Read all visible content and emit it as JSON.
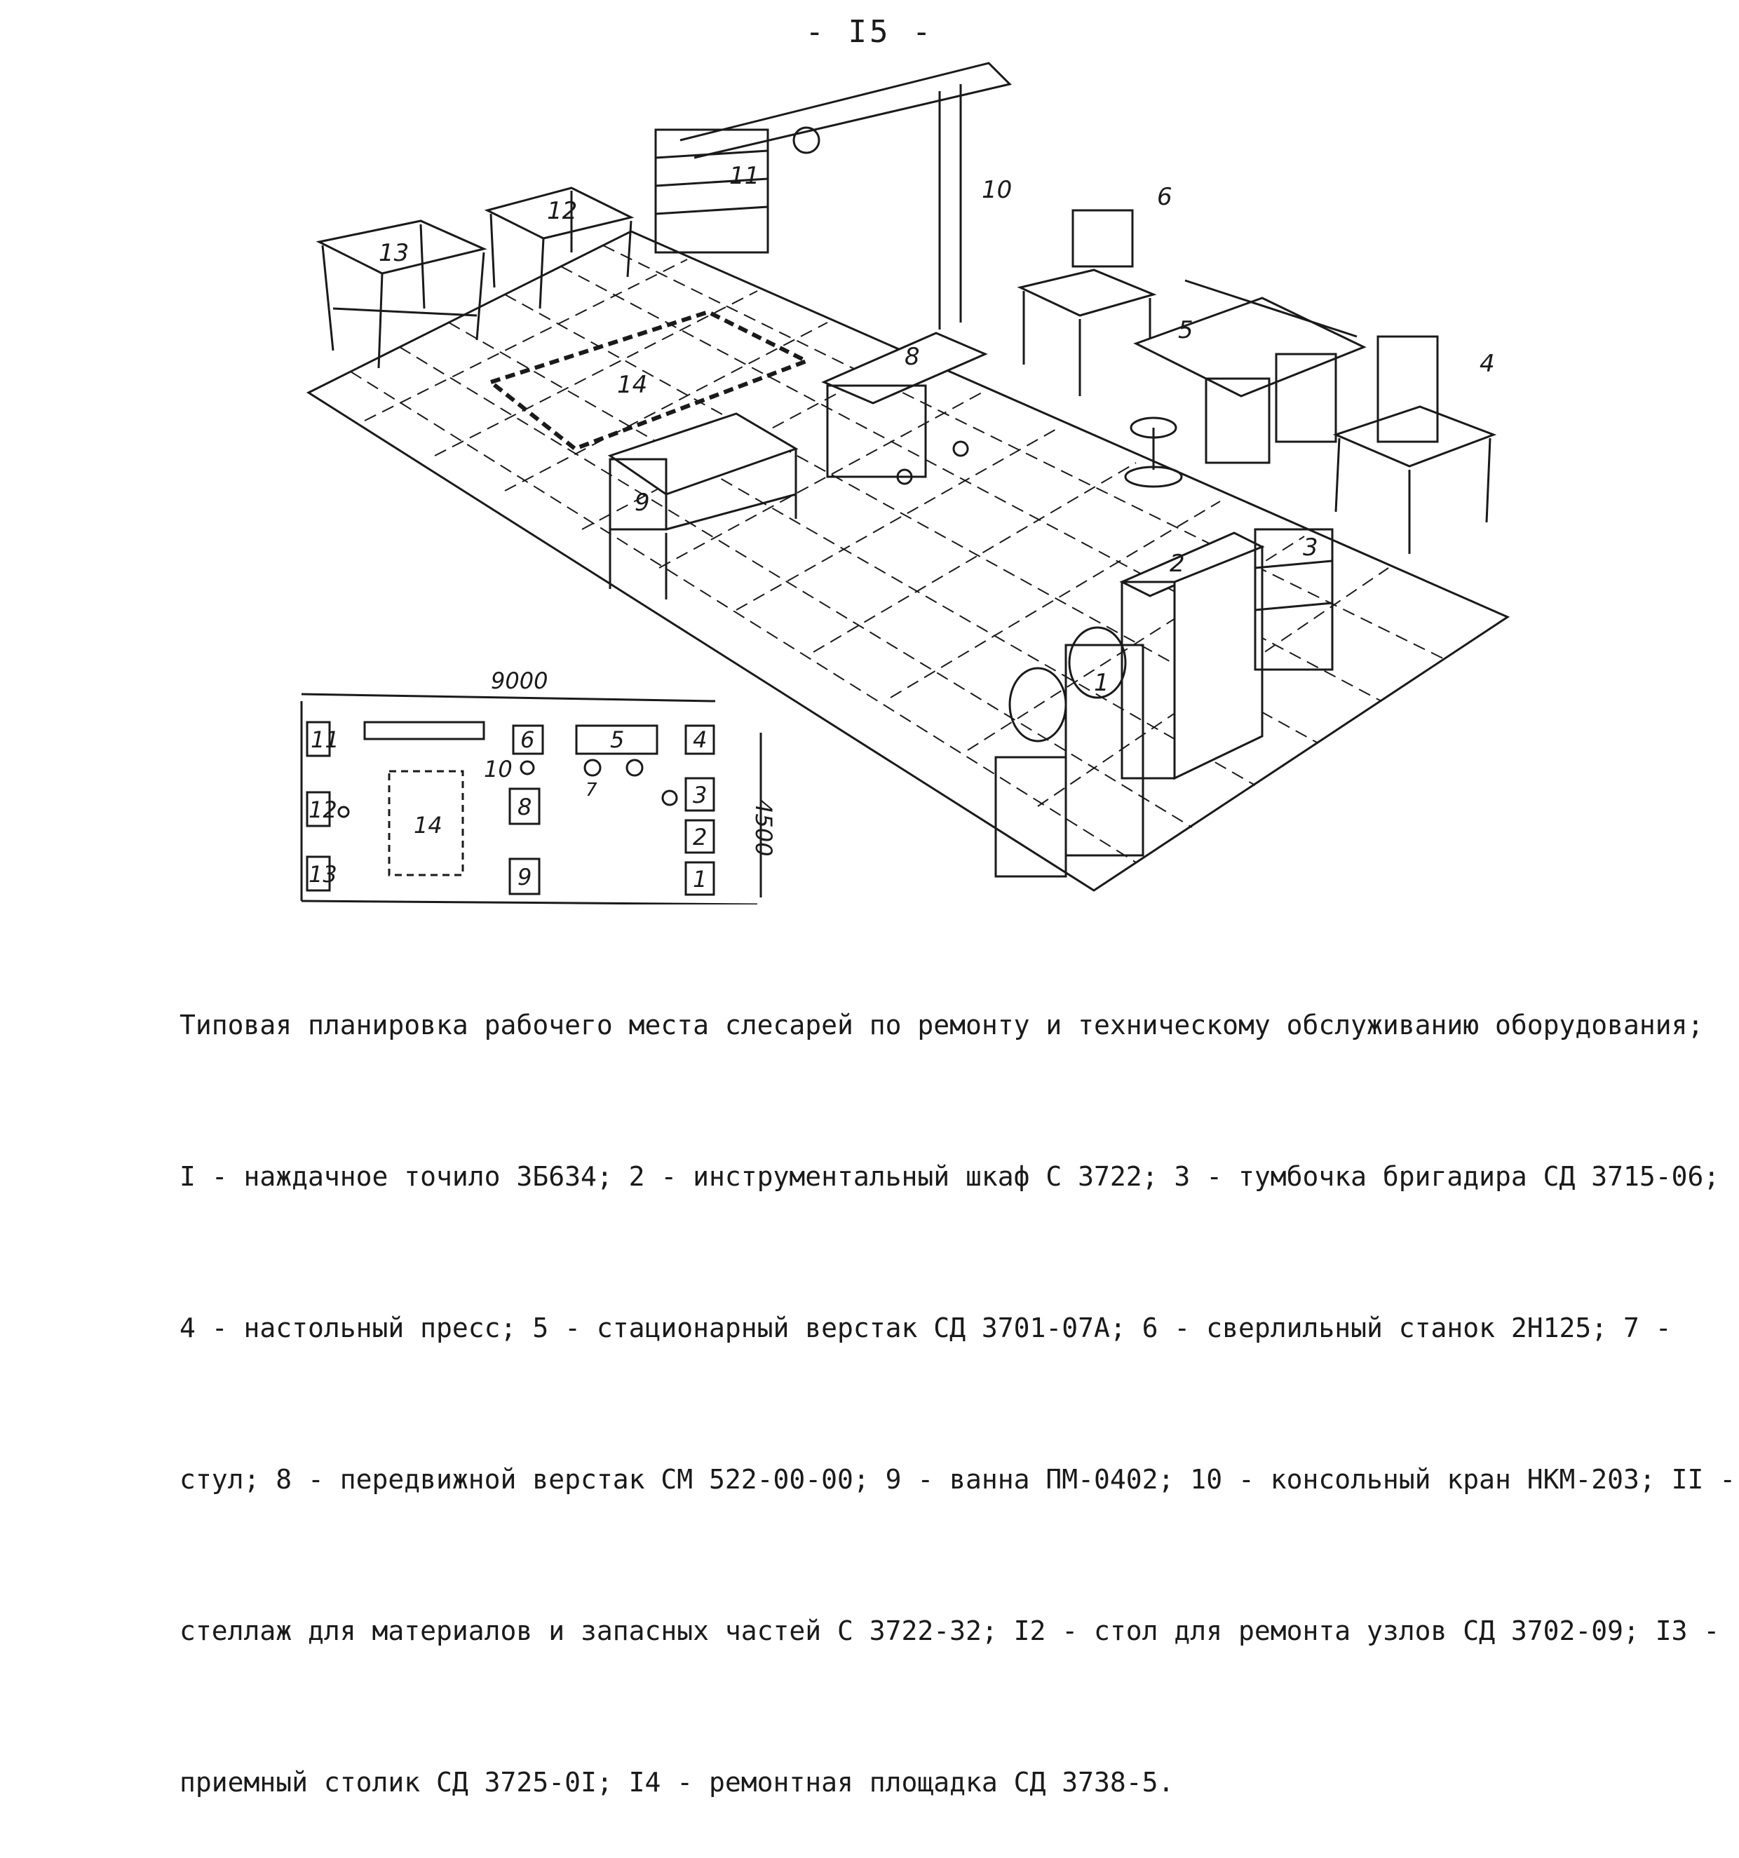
{
  "page": {
    "number": "- I5 -"
  },
  "figure": {
    "illustration_labels": [
      "13",
      "12",
      "11",
      "10",
      "6",
      "5",
      "4",
      "8",
      "14",
      "9",
      "2",
      "3",
      "1"
    ],
    "plan": {
      "width_dim": "9000",
      "height_dim": "4500",
      "labels": [
        "11",
        "6",
        "5",
        "4",
        "10",
        "7",
        "12",
        "14",
        "8",
        "3",
        "2",
        "13",
        "9",
        "1"
      ]
    }
  },
  "caption": {
    "lines": [
      "Типовая планировка рабочего места слесарей по ремонту и техническому обслуживанию оборудования;",
      "I - наждачное точило 3Б634; 2 - инструментальный шкаф С 3722; 3 - тумбочка бригадира СД 3715-06;",
      "4 - настольный пресс; 5 - стационарный верстак СД 3701-07А; 6 - сверлильный станок 2Н125; 7 -",
      "стул; 8 - передвижной верстак СМ 522-00-00; 9 - ванна ПМ-0402; 10 - консольный кран НКМ-203; II -",
      "стеллаж для материалов и запасных частей С 3722-32; I2 - стол для ремонта узлов СД 3702-09; I3 -",
      "приемный столик СД 3725-0I; I4 - ремонтная площадка СД 3738-5."
    ]
  }
}
